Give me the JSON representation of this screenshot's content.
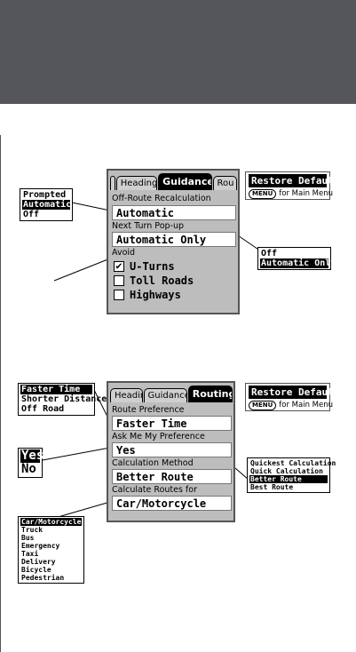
{
  "guidance": {
    "tabs": [
      {
        "label": "Heading",
        "active": false
      },
      {
        "label": "Guidance",
        "active": true
      },
      {
        "label": "Rou",
        "active": false
      }
    ],
    "off_route_label": "Off-Route Recalculation",
    "off_route_value": "Automatic",
    "next_turn_label": "Next Turn Pop-up",
    "next_turn_value": "Automatic Only",
    "avoid_label": "Avoid",
    "avoid_items": [
      {
        "label": "U-Turns",
        "checked": true
      },
      {
        "label": "Toll Roads",
        "checked": false
      },
      {
        "label": "Highways",
        "checked": false
      }
    ],
    "restore": {
      "button": "Restore Defaults",
      "menu_key": "MENU",
      "hint": "for Main Menu"
    },
    "recalc_options": [
      {
        "label": "Prompted",
        "selected": false
      },
      {
        "label": "Automatic",
        "selected": true
      },
      {
        "label": "Off",
        "selected": false
      }
    ],
    "popup_options": [
      {
        "label": "Off",
        "selected": false
      },
      {
        "label": "Automatic Only",
        "selected": true
      }
    ]
  },
  "routing": {
    "tabs": [
      {
        "label": "Heading",
        "active": false
      },
      {
        "label": "Guidance",
        "active": false
      },
      {
        "label": "Routing",
        "active": true
      }
    ],
    "route_pref_label": "Route Preference",
    "route_pref_value": "Faster Time",
    "ask_label": "Ask Me My Preference",
    "ask_value": "Yes",
    "calc_label": "Calculation Method",
    "calc_value": "Better Route",
    "calc_for_label": "Calculate Routes for",
    "calc_for_value": "Car/Motorcycle",
    "restore": {
      "button": "Restore Defaults",
      "menu_key": "MENU",
      "hint": "for Main Menu"
    },
    "pref_options": [
      {
        "label": "Faster Time",
        "selected": true
      },
      {
        "label": "Shorter Distance",
        "selected": false
      },
      {
        "label": "Off Road",
        "selected": false
      }
    ],
    "ask_options": [
      {
        "label": "Yes",
        "selected": true
      },
      {
        "label": "No",
        "selected": false
      }
    ],
    "calc_options": [
      {
        "label": "Quickest Calculation",
        "selected": false
      },
      {
        "label": "Quick Calculation",
        "selected": false
      },
      {
        "label": "Better Route",
        "selected": true
      },
      {
        "label": "Best Route",
        "selected": false
      }
    ],
    "vehicle_options": [
      {
        "label": "Car/Motorcycle",
        "selected": true
      },
      {
        "label": "Truck",
        "selected": false
      },
      {
        "label": "Bus",
        "selected": false
      },
      {
        "label": "Emergency",
        "selected": false
      },
      {
        "label": "Taxi",
        "selected": false
      },
      {
        "label": "Delivery",
        "selected": false
      },
      {
        "label": "Bicycle",
        "selected": false
      },
      {
        "label": "Pedestrian",
        "selected": false
      }
    ]
  }
}
